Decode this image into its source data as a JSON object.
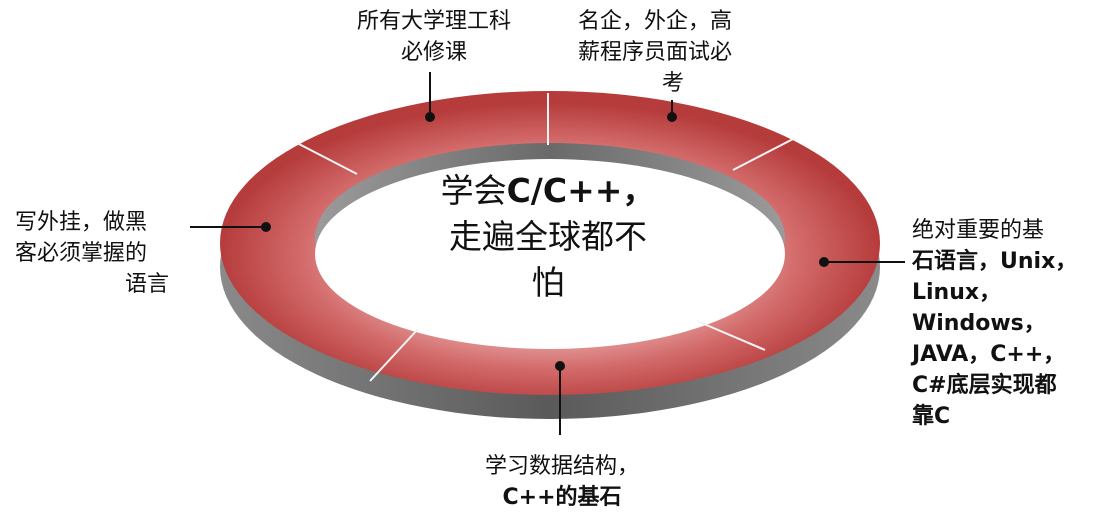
{
  "center": {
    "line1_prefix": "学会",
    "line1_bold": "C/C++，",
    "line2": "走遍全球都不",
    "line3": "怕"
  },
  "labels": {
    "top_left": [
      "所有大学理工科",
      "必修课"
    ],
    "top_right": [
      "名企，外企，高",
      "薪程序员面试必",
      "考"
    ],
    "left": [
      "写外挂，做黑",
      "客必须掌握的",
      "语言"
    ],
    "right": [
      "绝对重要的基",
      "石语言，Unix，",
      "Linux，",
      "Windows，",
      "JAVA，C++，",
      "C#底层实现都",
      "靠C"
    ],
    "bottom": [
      "学习数据结构，",
      "C++的基石"
    ]
  },
  "colors": {
    "ring": "#c94a4a",
    "ring_highlight": "#e8a3a3",
    "ring_side": "#6e6e6e",
    "text": "#111111"
  }
}
